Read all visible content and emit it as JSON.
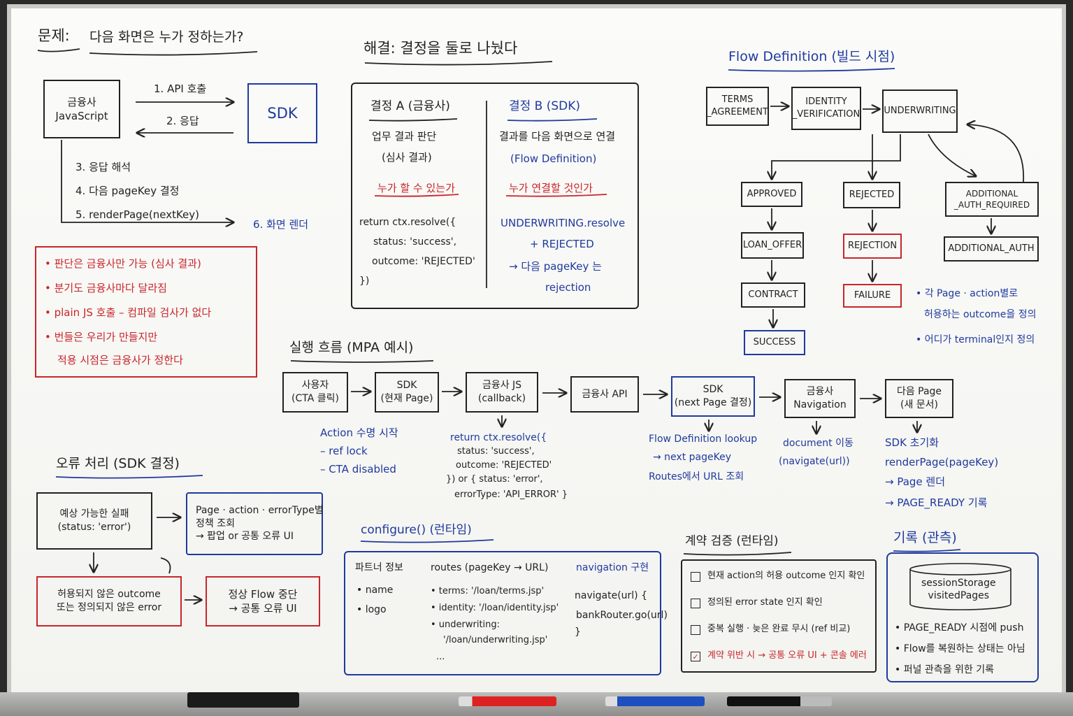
{
  "problem": {
    "title_prefix": "문제:",
    "title_text": "다음 화면은 누가 정하는가?",
    "bank_js": "금융사\nJavaScript",
    "sdk": "SDK",
    "step1": "1. API 호출",
    "step2": "2. 응답",
    "step3": "3. 응답 해석",
    "step4": "4. 다음 pageKey 결정",
    "step5": "5. renderPage(nextKey)",
    "step6": "6. 화면 렌더",
    "issues": [
      "• 판단은 금융사만 가능 (심사 결과)",
      "• 분기도 금융사마다 달라짐",
      "• plain JS 호출 – 컴파일 검사가 없다",
      "• 번들은 우리가 만들지만",
      "적용 시점은 금융사가 정한다"
    ]
  },
  "solution": {
    "title": "해결: 결정을 둘로 나눴다",
    "a_title": "결정 A (금융사)",
    "a_desc": "업무 결과 판단",
    "a_desc2": "(심사 결과)",
    "a_q": "누가 할 수 있는가",
    "a_code": [
      "return ctx.resolve({",
      "status: 'success',",
      "outcome: 'REJECTED'",
      "})"
    ],
    "b_title": "결정 B (SDK)",
    "b_desc": "결과를 다음 화면으로 연결",
    "b_desc2": "(Flow Definition)",
    "b_q": "누가 연결할 것인가",
    "b_code": [
      "UNDERWRITING.resolve",
      "+ REJECTED",
      "→ 다음 pageKey 는",
      "rejection"
    ]
  },
  "flow_def": {
    "title": "Flow Definition (빌드 시점)",
    "terms": "TERMS\n_AGREEMENT",
    "identity": "IDENTITY\n_VERIFICATION",
    "underwriting": "UNDERWRITING",
    "approved": "APPROVED",
    "rejected": "REJECTED",
    "additional_req": "ADDITIONAL\n_AUTH_REQUIRED",
    "loan_offer": "LOAN_OFFER",
    "rejection": "REJECTION",
    "additional_auth": "ADDITIONAL_AUTH",
    "contract": "CONTRACT",
    "failure": "FAILURE",
    "success": "SUCCESS",
    "notes": [
      "• 각 Page · action별로",
      "허용하는 outcome을 정의",
      "• 어디가 terminal인지 정의"
    ]
  },
  "exec": {
    "title": "실행 흐름 (MPA 예시)",
    "user": "사용자\n(CTA 클릭)",
    "sdk_cur": "SDK\n(현재 Page)",
    "bank_js": "금융사 JS\n(callback)",
    "bank_api": "금융사 API",
    "sdk_next": "SDK\n(next Page 결정)",
    "bank_nav": "금융사\nNavigation",
    "next_page": "다음 Page\n(새 문서)",
    "note_user": [
      "Action 수명 시작",
      "– ref lock",
      "– CTA disabled"
    ],
    "note_js": [
      "return ctx.resolve({",
      "status: 'success',",
      "outcome: 'REJECTED'",
      "}) or { status: 'error',",
      "errorType: 'API_ERROR' }"
    ],
    "note_sdk": [
      "Flow Definition lookup",
      "→ next pageKey",
      "Routes에서 URL 조회"
    ],
    "note_nav": [
      "document 이동",
      "(navigate(url))"
    ],
    "note_next": [
      "SDK 초기화",
      "renderPage(pageKey)",
      "→ Page 렌더",
      "→ PAGE_READY 기록"
    ]
  },
  "errors": {
    "title": "오류 처리 (SDK 결정)",
    "expected": "예상 가능한 실패\n(status: 'error')",
    "policy": "Page · action · errorType별\n정책 조회\n→ 팝업 or 공통 오류 UI",
    "unexpected": "허용되지 않은 outcome\n또는 정의되지 않은 error",
    "stop": "정상 Flow 중단\n→ 공통 오류 UI"
  },
  "configure": {
    "title": "configure() (런타임)",
    "partner_h": "파트너 정보",
    "partner": [
      "• name",
      "• logo"
    ],
    "routes_h": "routes (pageKey → URL)",
    "routes": [
      "• terms: '/loan/terms.jsp'",
      "• identity: '/loan/identity.jsp'",
      "• underwriting:",
      "'/loan/underwriting.jsp'",
      "..."
    ],
    "nav_h": "navigation 구현",
    "nav": [
      "navigate(url) {",
      "bankRouter.go(url)",
      "}"
    ]
  },
  "contract": {
    "title": "계약 검증 (런타임)",
    "items": [
      "현재 action의 허용 outcome 인지 확인",
      "정의된 error state 인지 확인",
      "중복 실행 · 늦은 완료 무시 (ref 비교)",
      "계약 위반 시 → 공통 오류 UI + 콘솔 에러"
    ]
  },
  "record": {
    "title": "기록 (관측)",
    "storage": "sessionStorage\nvisitedPages",
    "items": [
      "• PAGE_READY 시점에 push",
      "• Flow를 복원하는 상태는 아님",
      "• 퍼널 관측을 위한 기록"
    ]
  },
  "colors": {
    "ink": "#222222",
    "blue": "#1f3a9e",
    "red": "#c8262b"
  }
}
